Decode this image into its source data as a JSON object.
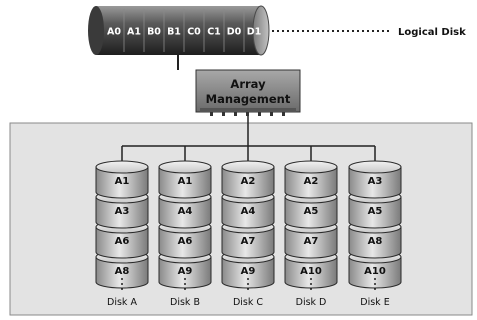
{
  "logical_disk": {
    "blocks": [
      "A0",
      "A1",
      "B0",
      "B1",
      "C0",
      "C1",
      "D0",
      "D1"
    ],
    "label": "Logical Disk"
  },
  "array_management": {
    "line1": "Array",
    "line2": "Management"
  },
  "disks": [
    {
      "name": "Disk A",
      "blocks": [
        "A1",
        "A3",
        "A6",
        "A8"
      ]
    },
    {
      "name": "Disk B",
      "blocks": [
        "A1",
        "A4",
        "A6",
        "A9"
      ]
    },
    {
      "name": "Disk C",
      "blocks": [
        "A2",
        "A4",
        "A7",
        "A9"
      ]
    },
    {
      "name": "Disk D",
      "blocks": [
        "A2",
        "A5",
        "A7",
        "A10"
      ]
    },
    {
      "name": "Disk E",
      "blocks": [
        "A3",
        "A5",
        "A8",
        "A10"
      ]
    }
  ],
  "colors": {
    "panel_bg": "#e3e3e3",
    "panel_border": "#8a8a8a",
    "cyl_dark": "#3c3c3c",
    "cyl_light": "#dcdcdc",
    "line": "#222222"
  }
}
